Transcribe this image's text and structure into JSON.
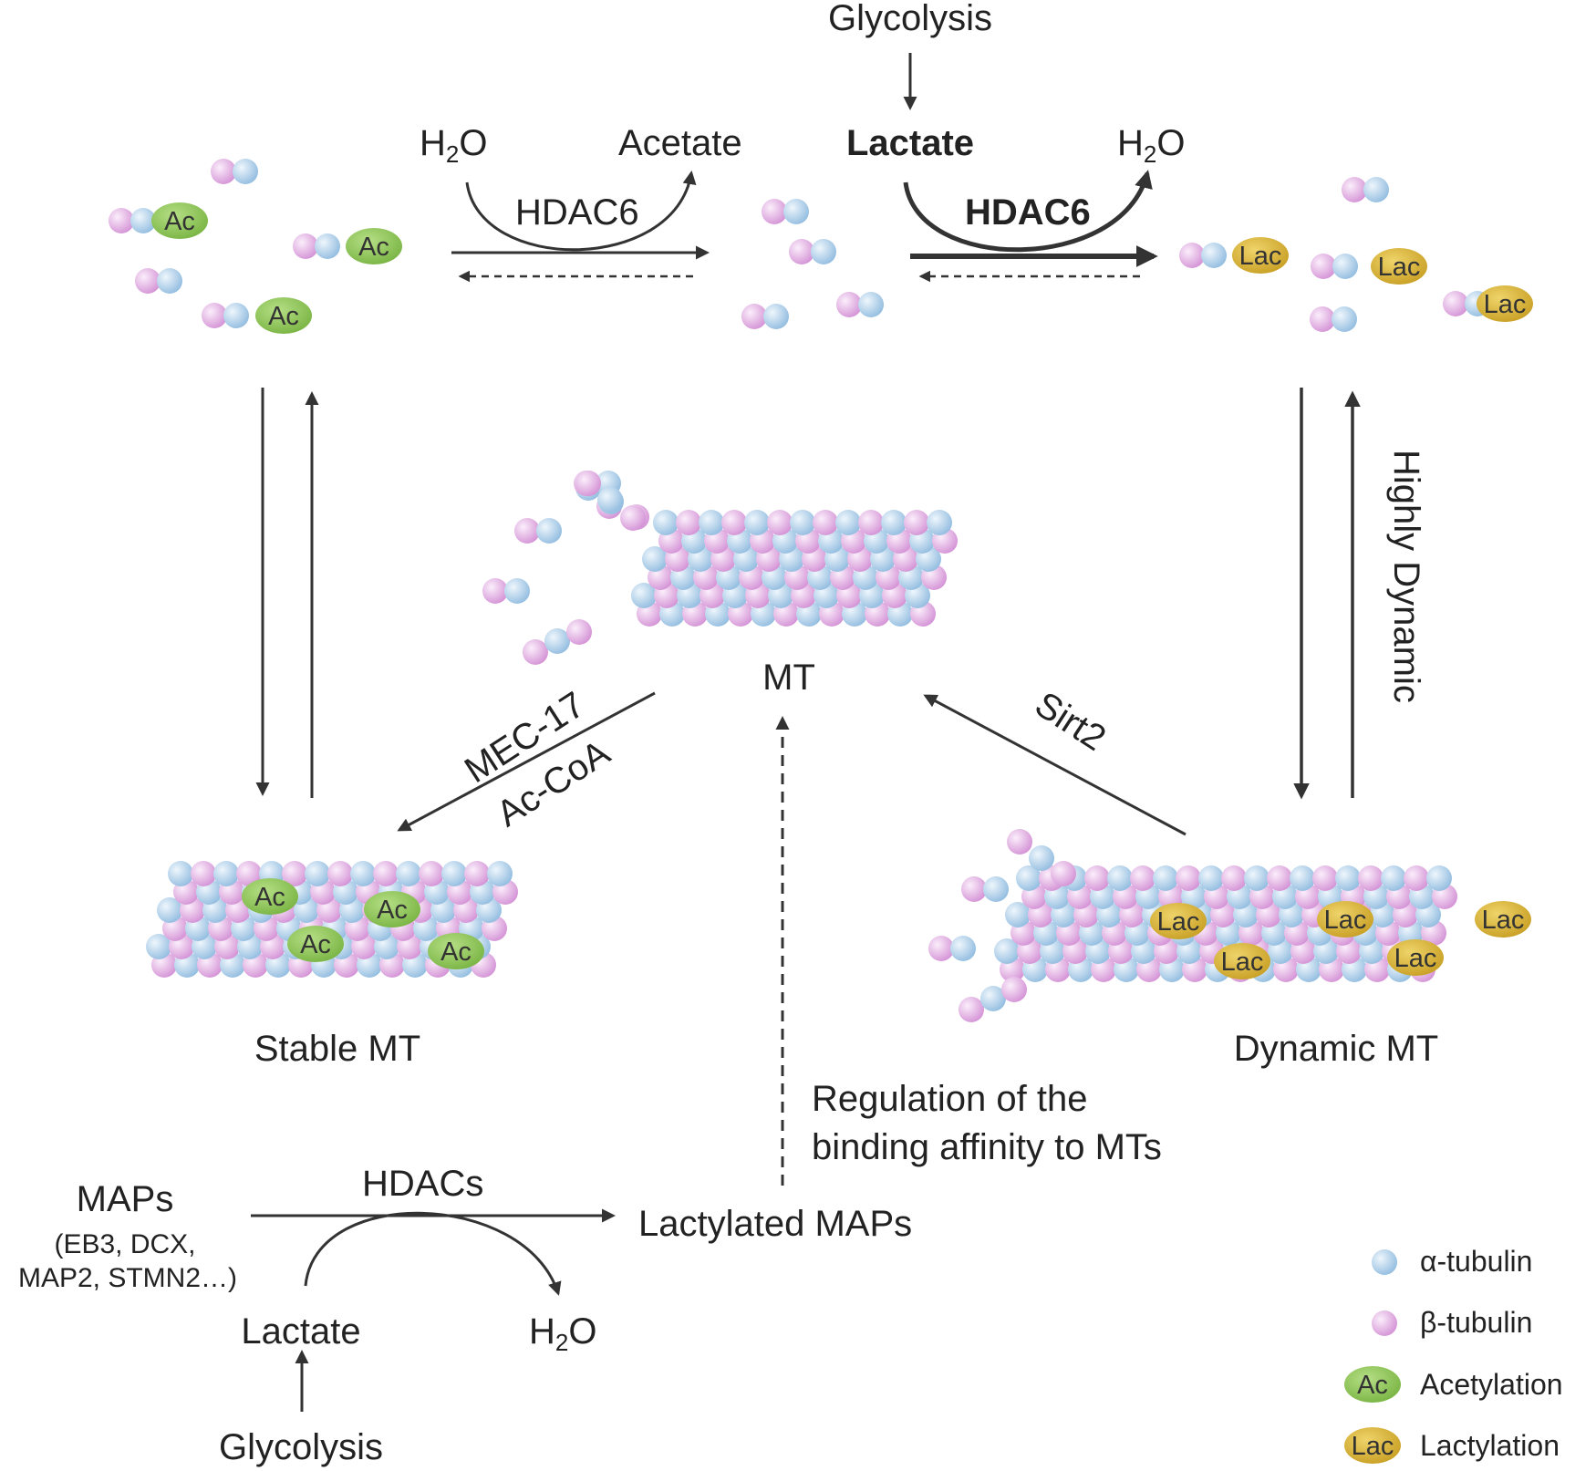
{
  "top": {
    "glycolysis": "Glycolysis",
    "lactate": "Lactate",
    "left_reaction": {
      "substrate": "H",
      "substrate_sub": "2",
      "substrate_tail": "O",
      "product": "Acetate",
      "enzyme": "HDAC6"
    },
    "right_reaction": {
      "product": "H",
      "product_sub": "2",
      "product_tail": "O",
      "enzyme": "HDAC6"
    }
  },
  "center": {
    "mt_label": "MT"
  },
  "left_branch": {
    "enzyme": "MEC-17",
    "cofactor": "Ac-CoA",
    "label": "Stable MT"
  },
  "right_branch": {
    "enzyme": "Sirt2",
    "side_label": "Highly Dynamic",
    "label": "Dynamic MT"
  },
  "marks": {
    "ac": "Ac",
    "lac": "Lac"
  },
  "regulation": {
    "line1": "Regulation of the",
    "line2": "binding affinity to MTs"
  },
  "maps": {
    "title": "MAPs",
    "examples_line1": "(EB3, DCX,",
    "examples_line2": "MAP2, STMN2…)",
    "enzyme": "HDACs",
    "product": "Lactylated MAPs",
    "lactate": "Lactate",
    "water": "H",
    "water_sub": "2",
    "water_tail": "O",
    "glycolysis": "Glycolysis"
  },
  "legend": [
    {
      "icon": "alpha-tubulin-icon",
      "label": "α-tubulin"
    },
    {
      "icon": "beta-tubulin-icon",
      "label": "β-tubulin"
    },
    {
      "icon": "acetylation-icon",
      "label": "Acetylation",
      "tag": "Ac"
    },
    {
      "icon": "lactylation-icon",
      "label": "Lactylation",
      "tag": "Lac"
    }
  ],
  "colors": {
    "alpha": "#b7d4ec",
    "beta": "#e7b6e6",
    "ac": "#8dc455",
    "lac": "#d7b43a",
    "arrow": "#333333"
  }
}
